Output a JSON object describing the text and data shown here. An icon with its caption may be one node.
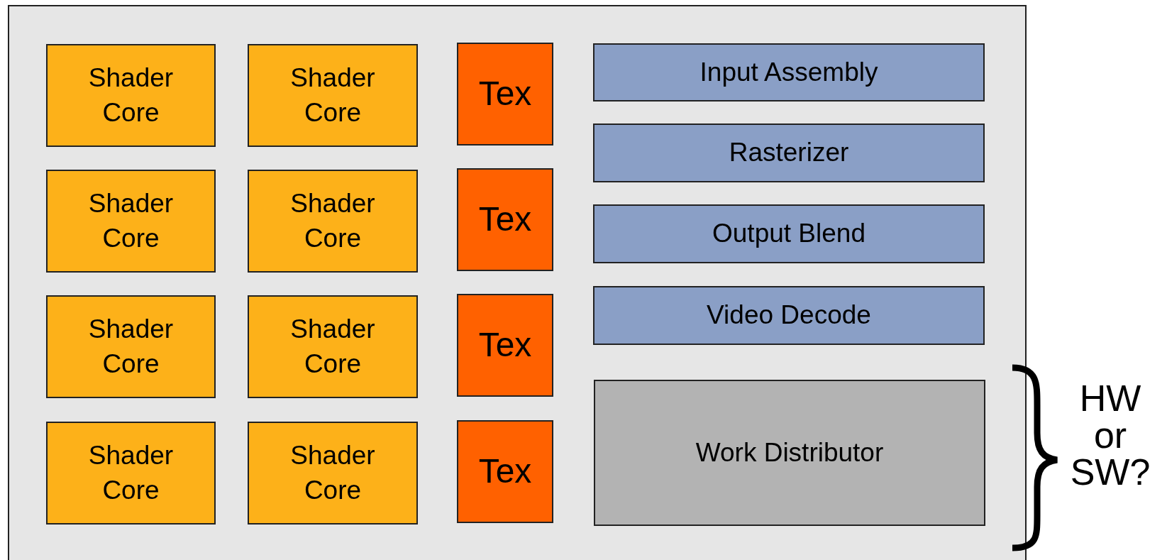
{
  "diagram": {
    "nodes": [
      {
        "text": [],
        "shape": "box"
      },
      {
        "text": [
          "Shader Core"
        ],
        "in": 0
      },
      {
        "text": [
          "Shader Core"
        ],
        "in": 0
      },
      {
        "text": [
          "Tex"
        ],
        "in": 0
      },
      {
        "text": [
          "Input Assembly"
        ],
        "in": 0
      },
      {
        "text": [
          "Shader Core"
        ],
        "in": 0
      },
      {
        "text": [
          "Shader Core"
        ],
        "in": 0
      },
      {
        "text": [
          "Tex"
        ],
        "in": 0
      },
      {
        "text": [
          "Rasterizer"
        ],
        "in": 0
      },
      {
        "text": [
          "Shader Core"
        ],
        "in": 0
      },
      {
        "text": [
          "Shader Core"
        ],
        "in": 0
      },
      {
        "text": [
          "Tex"
        ],
        "in": 0
      },
      {
        "text": [
          "Output Blend"
        ],
        "in": 0
      },
      {
        "text": [
          "Shader Core"
        ],
        "in": 0
      },
      {
        "text": [
          "Shader Core"
        ],
        "in": 0
      },
      {
        "text": [
          "Tex"
        ],
        "in": 0
      },
      {
        "text": [
          "Video Decode"
        ],
        "in": 0
      },
      {
        "text": [
          "Work Distributor"
        ],
        "in": 0
      }
    ],
    "labels": [
      "HW or SW?"
    ]
  }
}
